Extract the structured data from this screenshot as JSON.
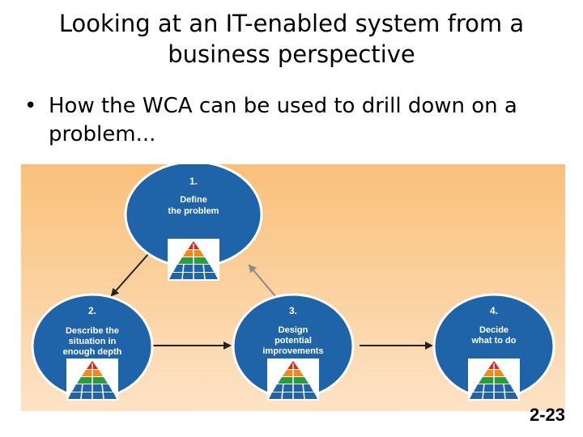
{
  "slide": {
    "title_line1": "Looking at an IT-enabled system from a",
    "title_line2": "business perspective",
    "bullet_marker": "•",
    "bullet_line1": "How the WCA can be used to drill down on a",
    "bullet_line2": "problem...",
    "slide_number": "2-23"
  },
  "diagram": {
    "colors": {
      "background_top": "#f9c07a",
      "background_bottom": "#fde3c6",
      "circle_fill": "#1f63a8",
      "circle_stroke": "#ffffff",
      "arrow": "#222222",
      "arrow_return": "#8a8a8a",
      "pyramid_red": "#d9261c",
      "pyramid_orange": "#f08a1a",
      "pyramid_green": "#2e9a3e",
      "pyramid_blue": "#1f63a8"
    },
    "nodes": [
      {
        "number": "1.",
        "line1": "Define",
        "line2": "the problem",
        "line3": ""
      },
      {
        "number": "2.",
        "line1": "Describe the",
        "line2": "situation in",
        "line3": "enough depth"
      },
      {
        "number": "3.",
        "line1": "Design",
        "line2": "potential",
        "line3": "improvements"
      },
      {
        "number": "4.",
        "line1": "Decide",
        "line2": "what to do",
        "line3": ""
      }
    ],
    "icons": [
      "work-system-pyramid-icon"
    ]
  }
}
